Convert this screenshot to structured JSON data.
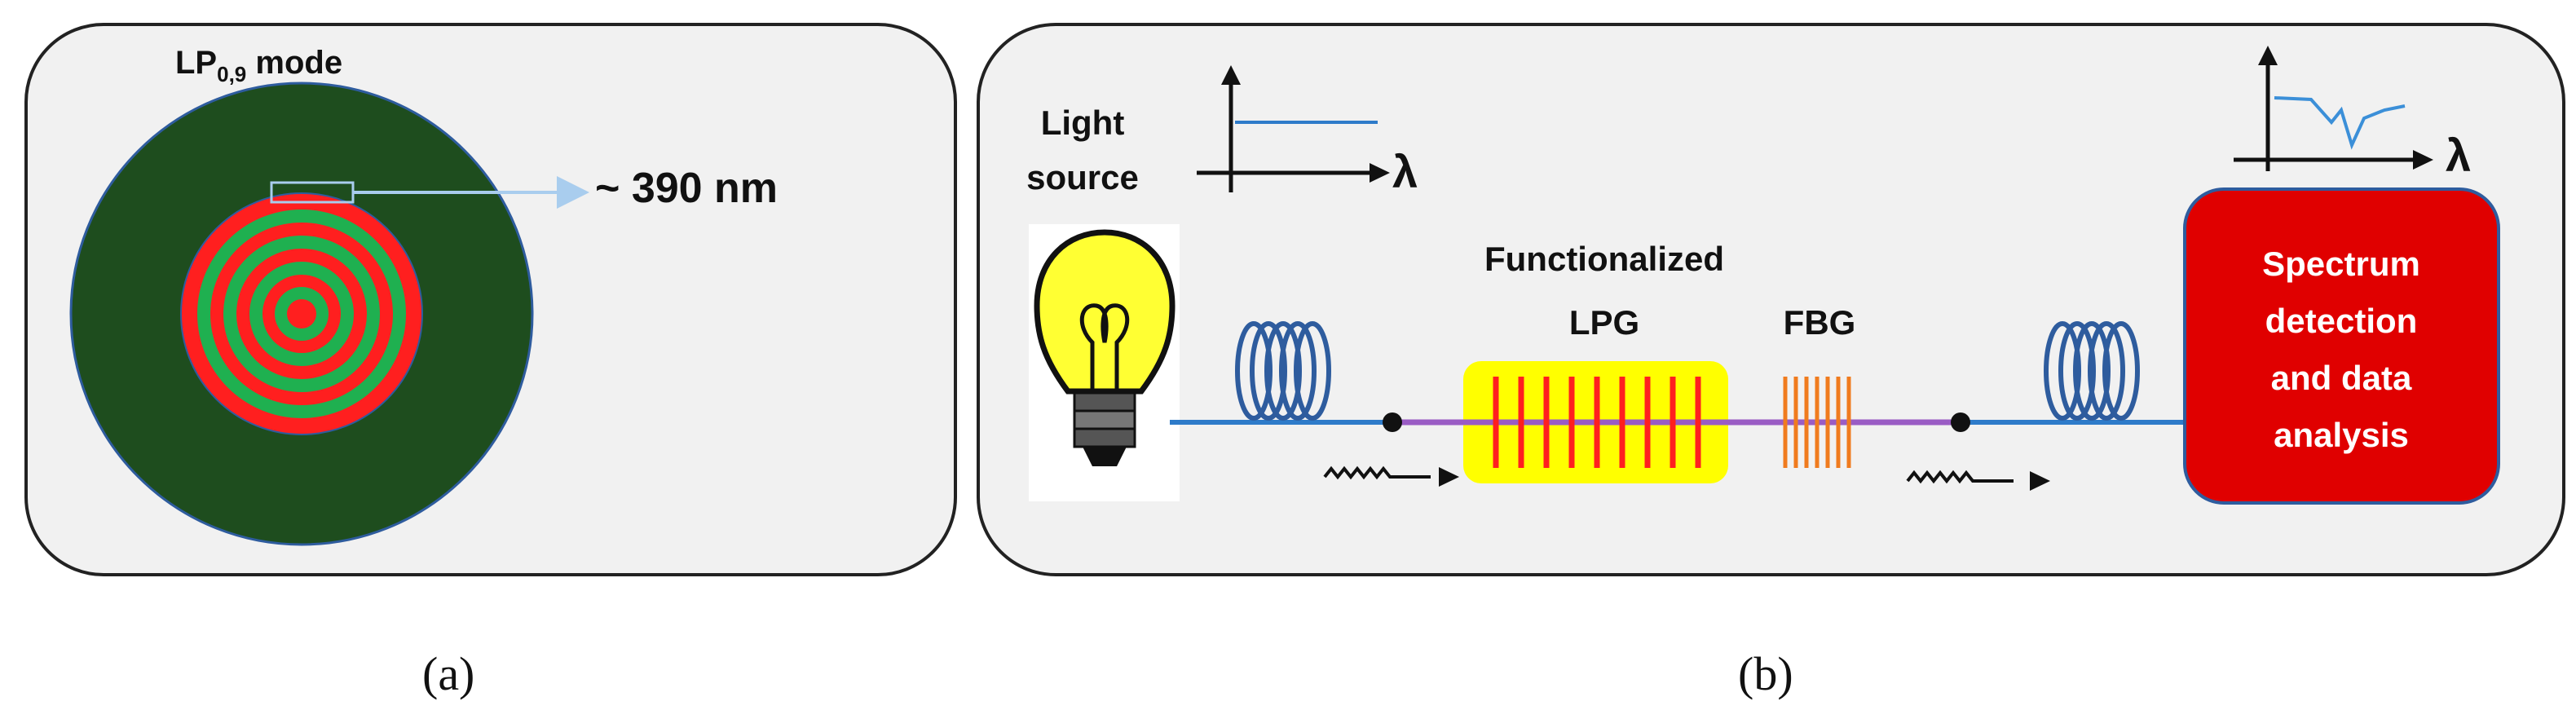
{
  "panel_a": {
    "mode_label": {
      "main": "LP",
      "sub": "0,9",
      "suffix": " mode"
    },
    "dimension_label": "~ 390 nm",
    "caption": "(a)",
    "colors": {
      "cladding": "#1e4d1e",
      "core_red": "#ff1f1f",
      "ring_green": "#1fb050",
      "panel_bg": "#f1f1f1"
    }
  },
  "panel_b": {
    "light_source_label": [
      "Light",
      "source"
    ],
    "wavelength_symbol": "λ",
    "functionalized_label": "Functionalized",
    "lpg_label": "LPG",
    "fbg_label": "FBG",
    "detector_label": [
      "Spectrum",
      "detection",
      "and data",
      "analysis"
    ],
    "caption": "(b)",
    "colors": {
      "fiber": "#2e7bc9",
      "coil": "#2e5c9e",
      "grating_fiber": "#9a5cc4",
      "lpg_box": "#ffff00",
      "lpg_lines": "#ff1f1f",
      "fbg_lines": "#f07b1e",
      "detector_box": "#e00000",
      "bulb": "#ffff33",
      "spectrum_line": "#3b8fd8"
    }
  }
}
